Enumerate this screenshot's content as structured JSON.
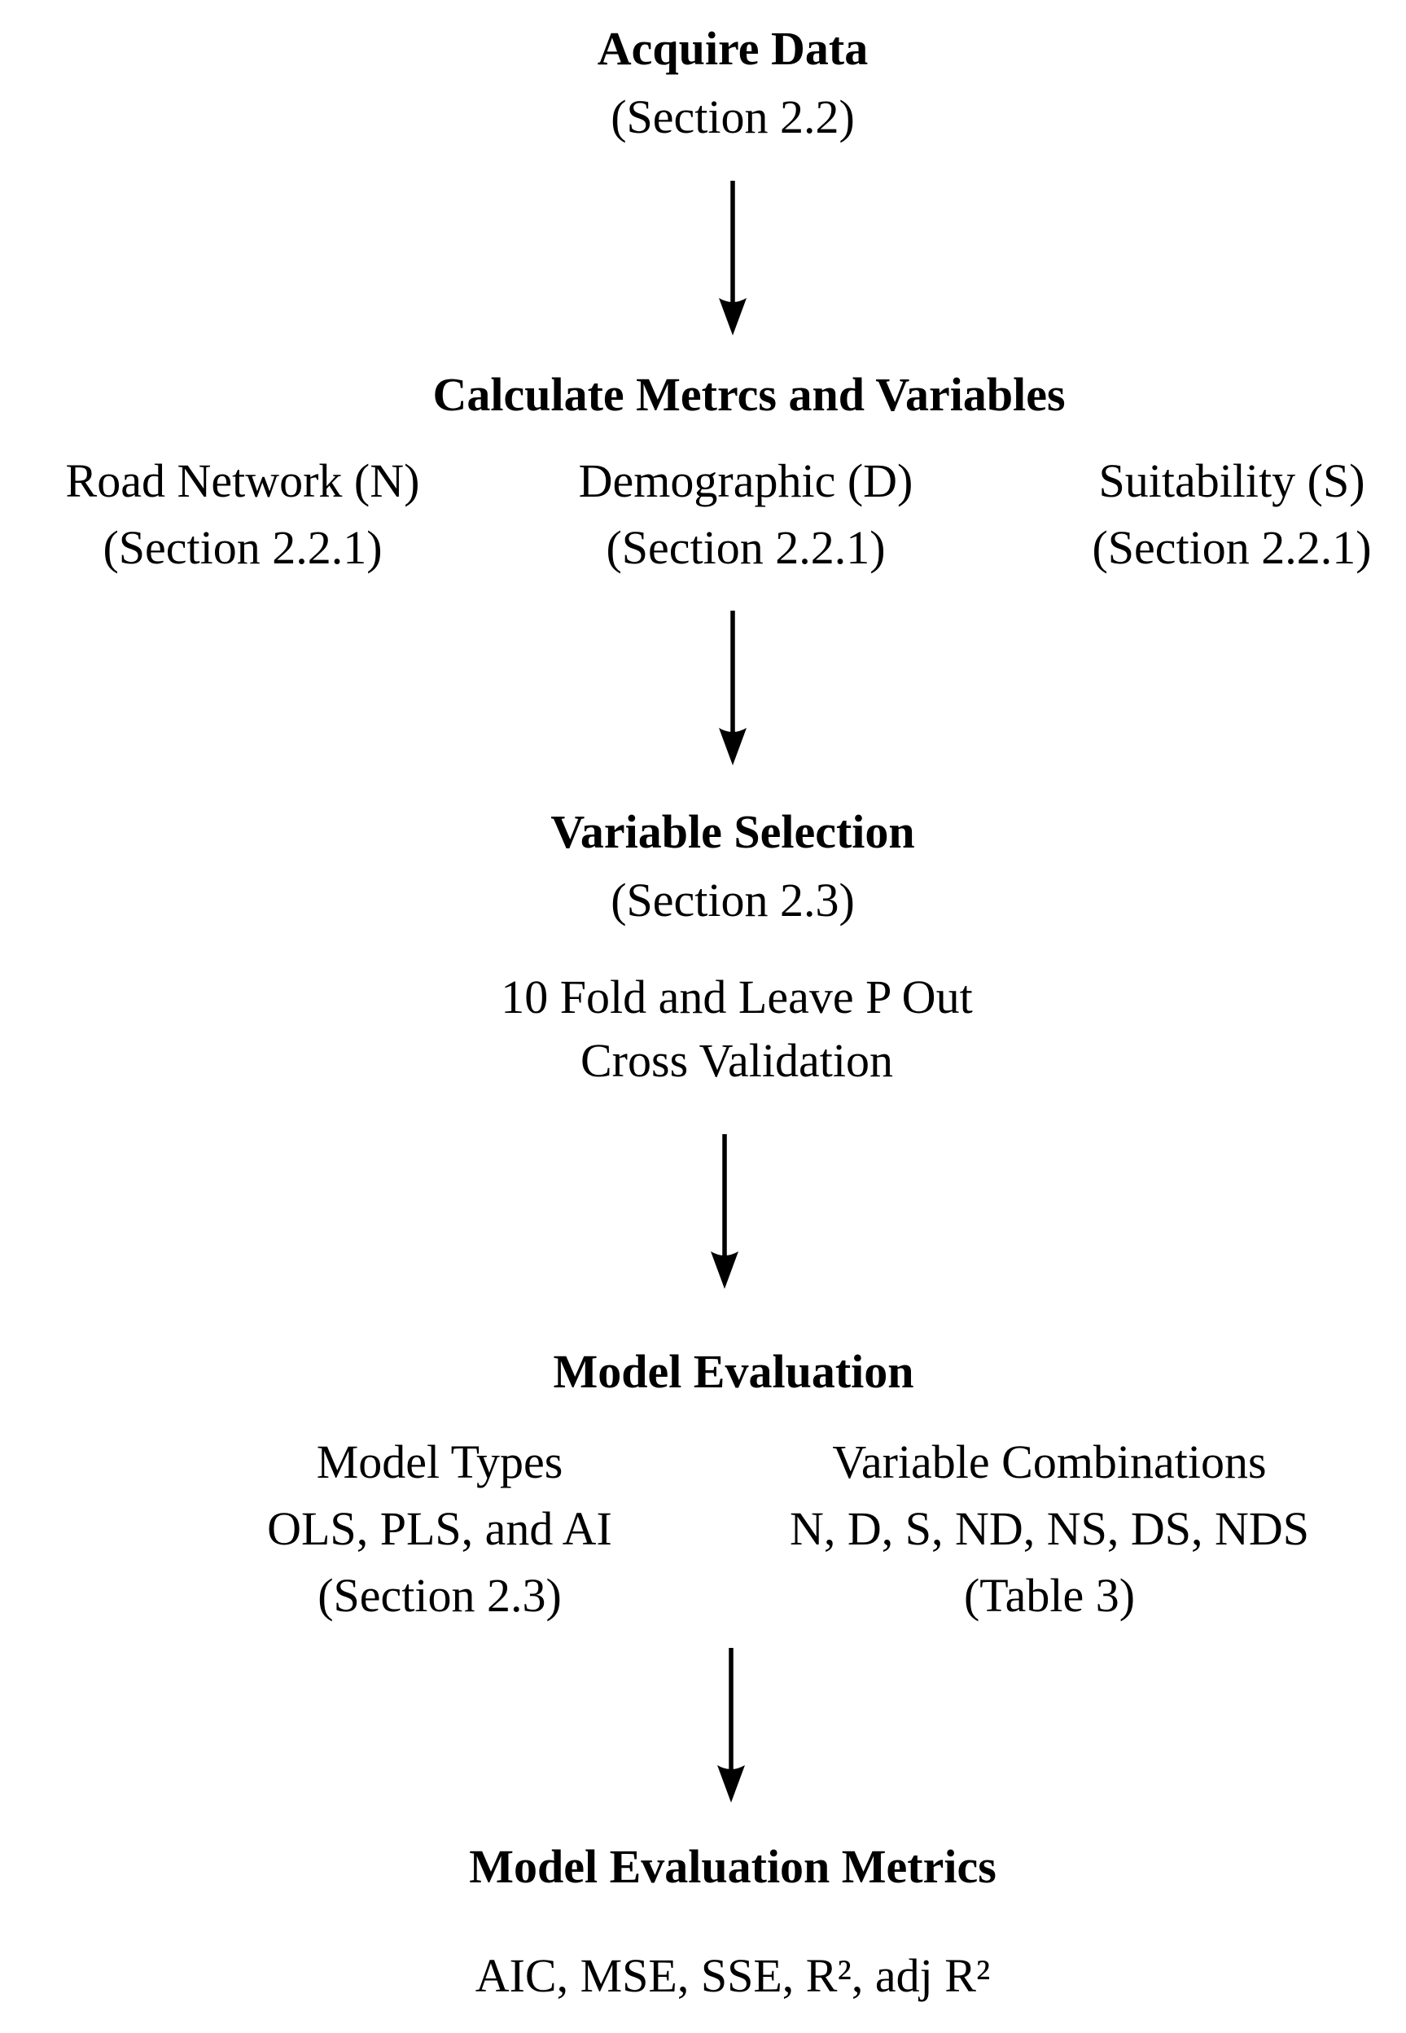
{
  "flowchart": {
    "colors": {
      "text": "#000000",
      "background": "#ffffff"
    },
    "acquire": {
      "title": "Acquire Data",
      "subtitle": "(Section 2.2)"
    },
    "calculate": {
      "title": "Calculate Metrcs and Variables",
      "columns": [
        {
          "name": "Road Network (N)",
          "section": "(Section 2.2.1)"
        },
        {
          "name": "Demographic (D)",
          "section": "(Section 2.2.1)"
        },
        {
          "name": "Suitability (S)",
          "section": "(Section 2.2.1)"
        }
      ]
    },
    "variable_selection": {
      "title": "Variable Selection",
      "subtitle": "(Section 2.3)",
      "note_line1": "10 Fold and Leave P Out",
      "note_line2": "Cross Validation"
    },
    "model_evaluation": {
      "title": "Model Evaluation",
      "columns": [
        {
          "line1": "Model Types",
          "line2": "OLS, PLS, and AI",
          "line3": "(Section 2.3)"
        },
        {
          "line1": "Variable Combinations",
          "line2": "N, D, S, ND, NS, DS, NDS",
          "line3": "(Table 3)"
        }
      ]
    },
    "metrics": {
      "title": "Model Evaluation Metrics",
      "subtitle": "AIC, MSE, SSE, R², adj R²"
    }
  }
}
